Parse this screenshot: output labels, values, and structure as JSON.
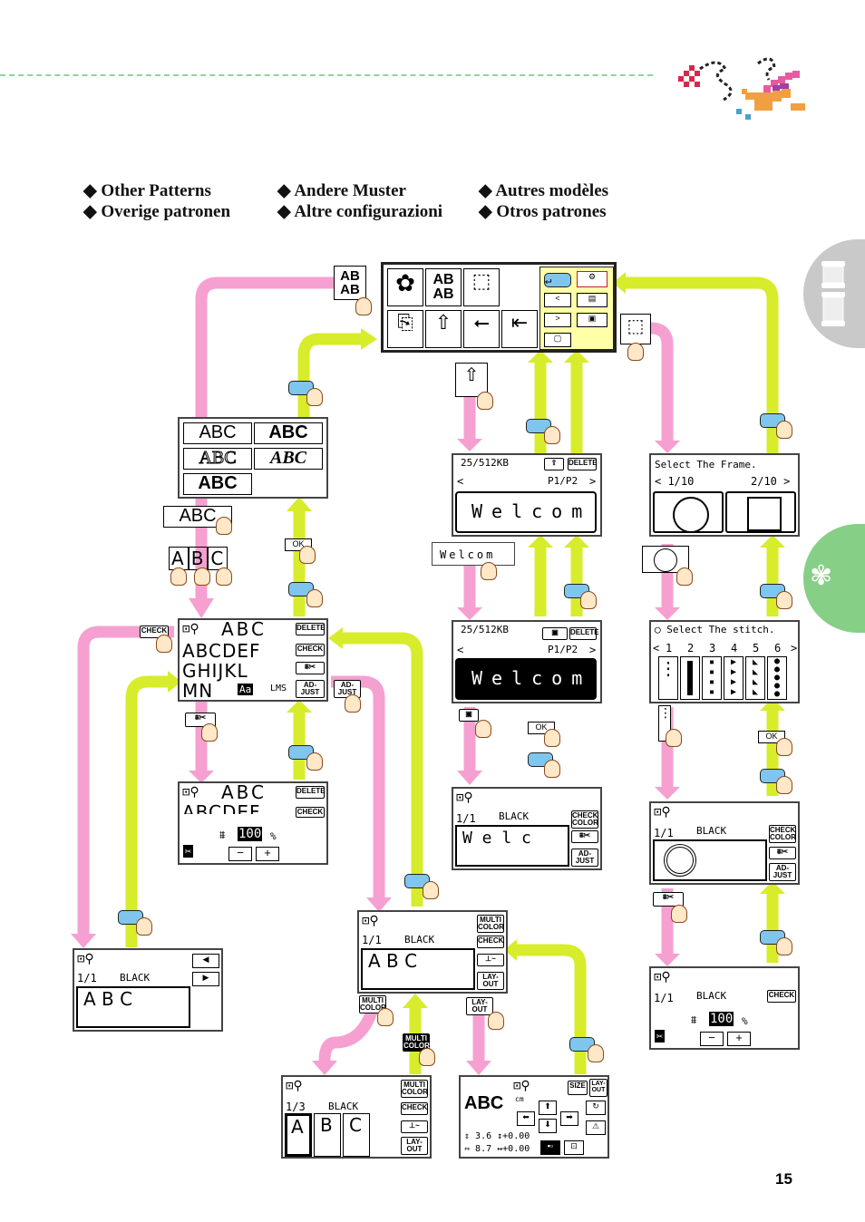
{
  "header": {
    "items": [
      {
        "text": "◆ Other Patterns"
      },
      {
        "text": "◆ Overige patronen"
      },
      {
        "text": "◆ Andere Muster"
      },
      {
        "text": "◆ Altre configurazioni"
      },
      {
        "text": "◆ Autres modèles"
      },
      {
        "text": "◆ Otros patrones"
      }
    ]
  },
  "colors": {
    "pink": "#f5a0d0",
    "lime": "#d7ec2a",
    "dash": "#8fd39a",
    "tab_gray": "#c9c9c9",
    "tab_green": "#86cf86",
    "panel_yellow": "#ffffa8",
    "button_blue": "#7ec6ee"
  },
  "screens": {
    "menu": {
      "icons": [
        "embroidery-flower-icon",
        "ab-letters-icon",
        "frame-pattern-icon",
        "card-icon",
        "memory-pocket-icon",
        "usb-icon",
        "card-reader-icon"
      ],
      "ab": "AB\nAB"
    },
    "fonts": {
      "labels": [
        "ABC",
        "ABC",
        "ABC",
        "ABC",
        "ABC"
      ]
    },
    "abc_key": "ABC",
    "abc_split": [
      "A",
      "B",
      "C"
    ],
    "ok": "OK",
    "char_input": {
      "abc": "ABC",
      "row1": "ABCDEF",
      "row2": "GHIJKL",
      "row3": "MN",
      "delete": "DELETE",
      "check": "CHECK",
      "adjust": "AD-\nJUST",
      "aa": "Aa",
      "lms": "LMS"
    },
    "check_key": "CHECK",
    "adjust_key": "AD-\nJUST",
    "size": {
      "abc": "ABC",
      "row": "ABCDEF",
      "pct": "100",
      "unit": "%",
      "minus": "−",
      "plus": "+",
      "delete": "DELETE",
      "check": "CHECK"
    },
    "browse": {
      "left": "1/1",
      "color": "BLACK",
      "text": "A B C"
    },
    "abc_done": {
      "count": "1/1",
      "color": "BLACK",
      "text": "A B C",
      "multi": "MULTI\nCOLOR",
      "check": "CHECK",
      "layout": "LAY-\nOUT"
    },
    "multi_color_key": "MULTI\nCOLOR",
    "layout_key": "LAY-\nOUT",
    "multi": {
      "count": "1/3",
      "color": "BLACK",
      "letters": [
        "A",
        "B",
        "C"
      ],
      "multi": "MULTI\nCOLOR",
      "check": "CHECK",
      "layout": "LAY-\nOUT"
    },
    "layout": {
      "abc": "ABC",
      "unit": "cm",
      "size": "SIZE",
      "lay": "LAY-\nOUT",
      "h": "3.6",
      "w": "8.7",
      "hv": "+0.00",
      "wv": "+0.00"
    },
    "pocket1": {
      "mem": "25/512KB",
      "pages": "P1/P2",
      "delete": "DELETE",
      "text": "Welcom"
    },
    "welcom_key": "Welcom",
    "pocket2": {
      "mem": "25/512KB",
      "pages": "P1/P2",
      "delete": "DELETE",
      "text": "Welcom"
    },
    "welc_done": {
      "count": "1/1",
      "color": "BLACK",
      "text": "W e l c",
      "check": "CHECK\nCOLOR",
      "adjust": "AD-\nJUST"
    },
    "frame": {
      "title": "Select The Frame.",
      "p1": "1/10",
      "p2": "2/10"
    },
    "stitch": {
      "title": "Select The stitch.",
      "nums": [
        "1",
        "2",
        "3",
        "4",
        "5",
        "6"
      ]
    },
    "frame_done": {
      "count": "1/1",
      "color": "BLACK",
      "check": "CHECK\nCOLOR",
      "adjust": "AD-\nJUST"
    },
    "frame_size": {
      "count": "1/1",
      "color": "BLACK",
      "pct": "100",
      "unit": "%",
      "minus": "−",
      "plus": "+",
      "check": "CHECK"
    }
  },
  "page_number": "15"
}
